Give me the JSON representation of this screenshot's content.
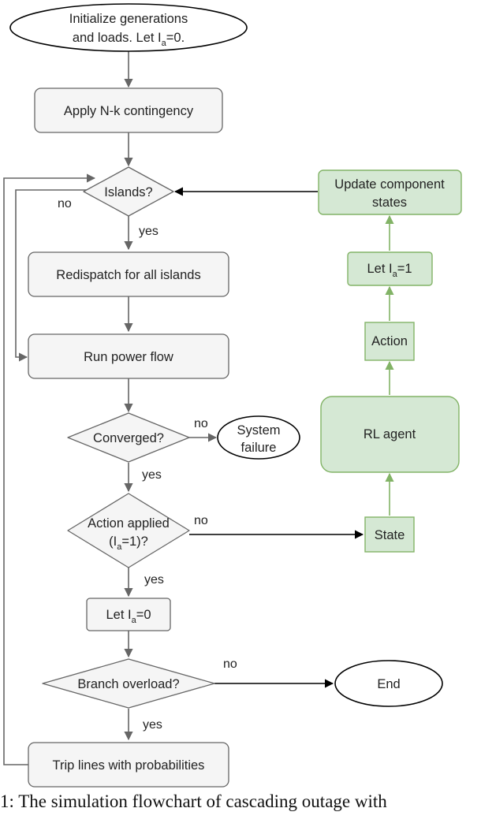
{
  "nodes": {
    "init": {
      "line1": "Initialize generations",
      "line2_pre": "and loads. Let I",
      "line2_sub": "a",
      "line2_post": "=0."
    },
    "nk": "Apply N-k contingency",
    "islands": "Islands?",
    "redispatch": "Redispatch for all islands",
    "powerflow": "Run power flow",
    "converged": "Converged?",
    "failure": {
      "line1": "System",
      "line2": "failure"
    },
    "action_applied": {
      "line1": "Action applied",
      "line2_pre": "(I",
      "line2_sub": "a",
      "line2_post": "=1)?"
    },
    "let_ia0": {
      "pre": "Let I",
      "sub": "a",
      "post": "=0"
    },
    "branch": "Branch overload?",
    "end": "End",
    "trip": "Trip lines with probabilities",
    "state": "State",
    "rl_agent": "RL agent",
    "action": "Action",
    "let_ia1": {
      "pre": "Let I",
      "sub": "a",
      "post": "=1"
    },
    "update": {
      "line1": "Update component",
      "line2": "states"
    }
  },
  "edge_labels": {
    "islands_no": "no",
    "islands_yes": "yes",
    "converged_no": "no",
    "converged_yes": "yes",
    "action_no": "no",
    "action_yes": "yes",
    "branch_no": "no",
    "branch_yes": "yes"
  },
  "caption": "1: The simulation flowchart of cascading outage with"
}
